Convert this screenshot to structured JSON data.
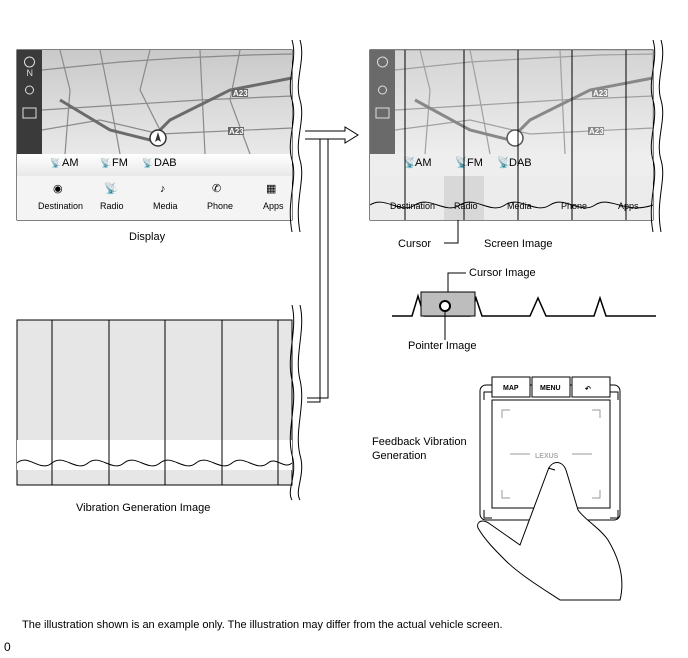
{
  "labels": {
    "display": "Display",
    "screen_image": "Screen Image",
    "cursor": "Cursor",
    "cursor_image": "Cursor Image",
    "pointer_image": "Pointer Image",
    "vibration_generation_image": "Vibration Generation Image",
    "feedback_vibration_line1": "Feedback Vibration",
    "feedback_vibration_line2": "Generation"
  },
  "radio_bands": [
    "AM",
    "FM",
    "DAB"
  ],
  "menu_items": [
    "Destination",
    "Radio",
    "Media",
    "Phone",
    "Apps"
  ],
  "road_sign": "A23",
  "touchpad_buttons": [
    "MAP",
    "MENU",
    "↶"
  ],
  "touchpad_logo": "LEXUS",
  "caption": "The illustration shown is an example only. The illustration may differ from the actual vehicle screen.",
  "page_number": "0"
}
